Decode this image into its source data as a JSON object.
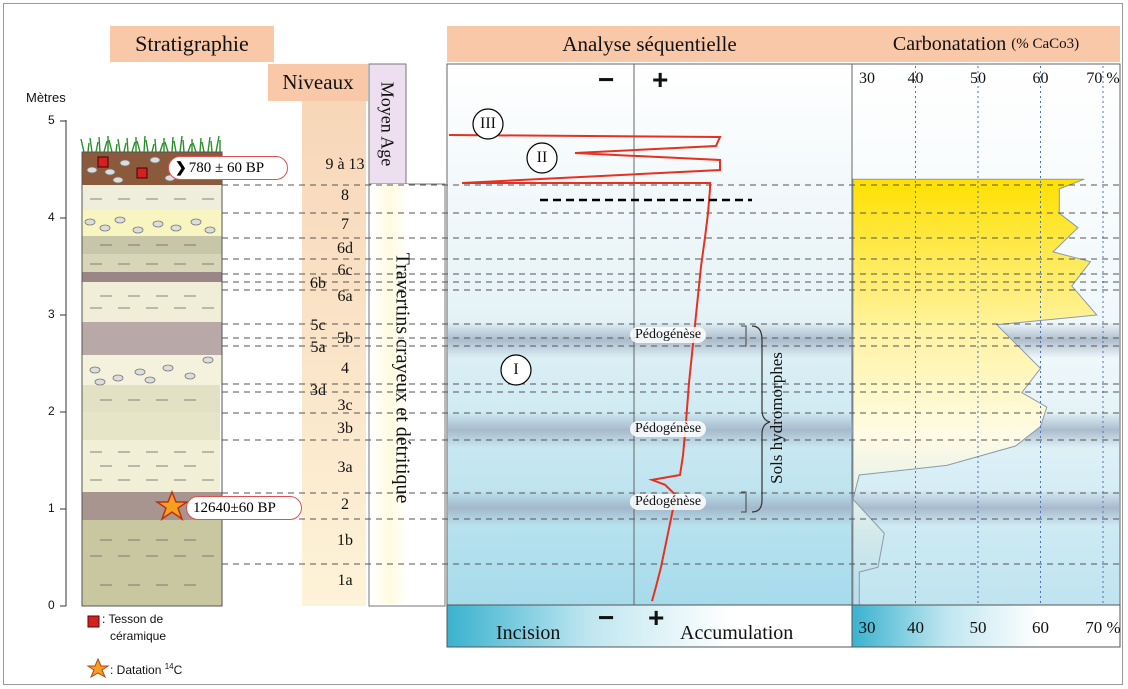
{
  "headers": {
    "stratigraphie": "Stratigraphie",
    "niveaux": "Niveaux",
    "analyse": "Analyse séquentielle",
    "carbonatation": "Carbonatation",
    "carbonatation_unit": "(% CaCo3)"
  },
  "axis": {
    "title": "Mètres",
    "ticks": [
      "5",
      "4",
      "3",
      "2",
      "1",
      "0"
    ]
  },
  "periods": {
    "moyen_age": "Moyen Age",
    "travertins": "Travertins crayeux et détritique"
  },
  "niveaux_right": [
    "9 à 13",
    "8",
    "7",
    "6d",
    "6c",
    "6a",
    "5b",
    "4",
    "3c",
    "3b",
    "3a",
    "2",
    "1b",
    "1a"
  ],
  "niveaux_left": [
    "6b",
    "5c",
    "5a",
    "3d"
  ],
  "dating": {
    "top": "780 ± 60 BP",
    "top_prefix": "❯",
    "bottom": "12640±60 BP"
  },
  "legend": {
    "tesson_line1": ": Tesson de",
    "tesson_line2": "céramique",
    "datation": ": Datation ",
    "datation_sup": "14",
    "datation_end": "C"
  },
  "sequence": {
    "minus": "−",
    "plus": "+",
    "roman_1": "I",
    "roman_2": "II",
    "roman_3": "III",
    "pedogenese": [
      "Pédogénèse",
      "Pédogénèse",
      "Pédogénèse"
    ],
    "sols": "Sols hydromorphes"
  },
  "footer": {
    "incision": "Incision",
    "minus": "−",
    "plus": "+",
    "accumulation": "Accumulation"
  },
  "carb_ticks_top": [
    "30",
    "40",
    "50",
    "60",
    "70 %"
  ],
  "carb_ticks_bottom": [
    "30",
    "40",
    "50",
    "60",
    "70 %"
  ],
  "chart_data": {
    "type": "area",
    "title": "Carbonatation (% CaCo3)",
    "x_range": [
      30,
      70
    ],
    "y_range_m": [
      0,
      5
    ],
    "x": [
      31,
      31,
      34,
      35,
      30,
      31,
      45,
      56,
      60,
      61,
      57,
      60,
      53,
      69,
      65,
      68,
      62,
      66,
      63,
      63,
      67
    ],
    "y": [
      0,
      0.35,
      0.4,
      0.75,
      1.1,
      1.35,
      1.45,
      1.65,
      1.85,
      2.05,
      2.2,
      2.45,
      2.9,
      3.0,
      3.3,
      3.55,
      3.65,
      3.9,
      4.05,
      4.3,
      4.4
    ],
    "colors": {
      "top": "#ffe000",
      "mid": "#fffbe0",
      "bottom": "#b0dcee"
    }
  },
  "sequence_curve": {
    "y": [
      0.05,
      0.2,
      0.4,
      0.6,
      0.8,
      1.0,
      1.15,
      1.25,
      1.3,
      1.35,
      1.55,
      1.9,
      2.3,
      2.6,
      2.9,
      3.2,
      3.5,
      3.8,
      4.05,
      4.3
    ]
  },
  "colors": {
    "header": "#f8c8a8",
    "curve": "#e83020",
    "seq_top": "#ffffff",
    "seq_bottom": "#a8dcec",
    "band": "#9aaabf"
  }
}
